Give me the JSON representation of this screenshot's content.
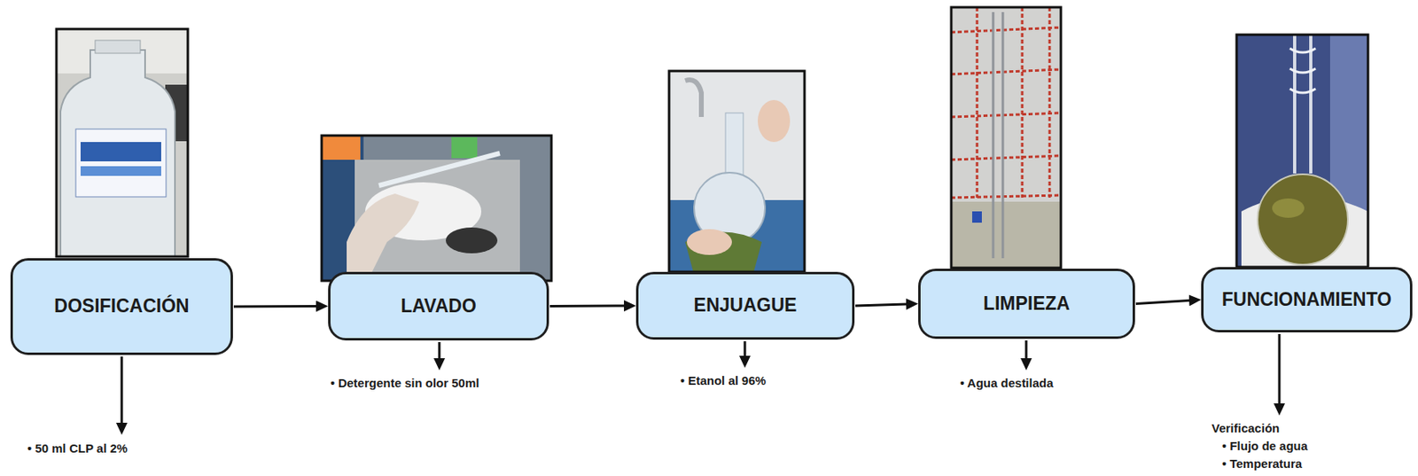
{
  "diagram": {
    "nodes": [
      {
        "text": [
          "DOSIFICACIÓN"
        ]
      },
      {
        "text": [
          "LAVADO"
        ]
      },
      {
        "text": [
          "ENJUAGUE"
        ]
      },
      {
        "text": [
          "LIMPIEZA"
        ]
      },
      {
        "text": [
          "FUNCIONAMIENTO"
        ]
      }
    ],
    "edges": [
      {
        "from": 0,
        "to": 1,
        "arrow": "to"
      },
      {
        "from": 1,
        "to": 2,
        "arrow": "to"
      },
      {
        "from": 2,
        "to": 3,
        "arrow": "to"
      },
      {
        "from": 3,
        "to": 4,
        "arrow": "to"
      }
    ],
    "labels": [
      "• 50 ml CLP al 2%",
      "• Detergente sin olor 50ml",
      "• Etanol al 96%",
      "• Agua destilada",
      "Verificación",
      "• Flujo de agua",
      "• Temperatura"
    ]
  }
}
